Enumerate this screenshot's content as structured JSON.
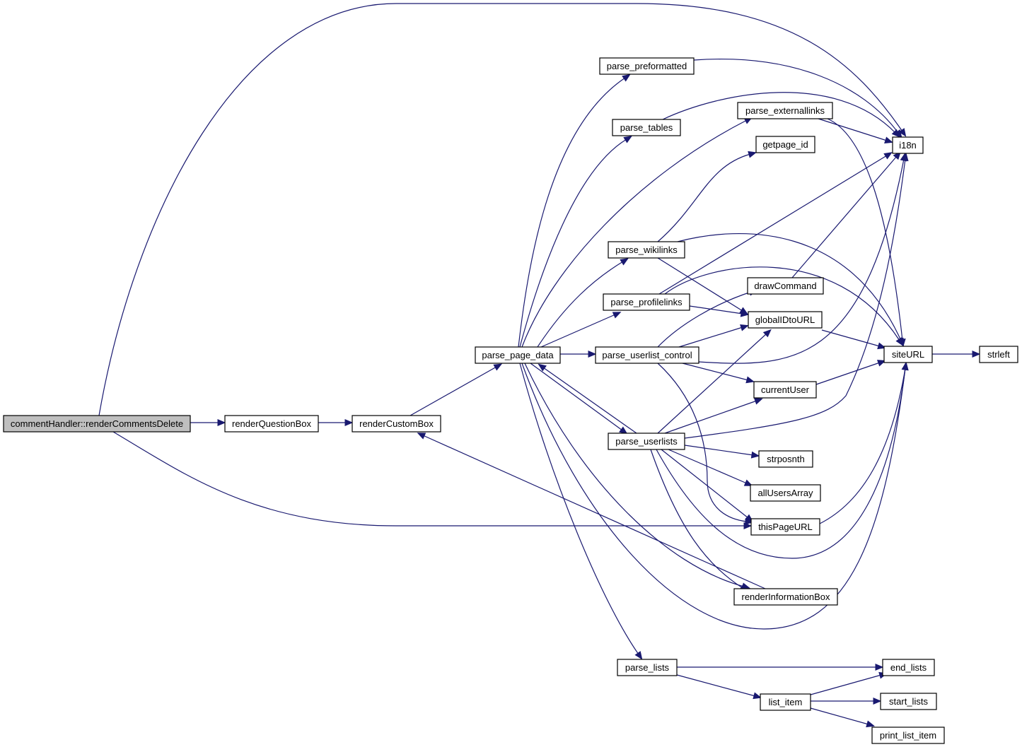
{
  "diagram": {
    "edge_color": "#191970",
    "root_fill": "#bfbfbf",
    "nodes": [
      {
        "id": "root",
        "label": "commentHandler::renderCommentsDelete",
        "root": true
      },
      {
        "id": "renderQuestionBox",
        "label": "renderQuestionBox"
      },
      {
        "id": "renderCustomBox",
        "label": "renderCustomBox"
      },
      {
        "id": "parse_page_data",
        "label": "parse_page_data"
      },
      {
        "id": "parse_preformatted",
        "label": "parse_preformatted"
      },
      {
        "id": "parse_tables",
        "label": "parse_tables"
      },
      {
        "id": "parse_externallinks",
        "label": "parse_externallinks"
      },
      {
        "id": "getpage_id",
        "label": "getpage_id"
      },
      {
        "id": "i18n",
        "label": "i18n"
      },
      {
        "id": "parse_wikilinks",
        "label": "parse_wikilinks"
      },
      {
        "id": "drawCommand",
        "label": "drawCommand"
      },
      {
        "id": "parse_profilelinks",
        "label": "parse_profilelinks"
      },
      {
        "id": "globalIDtoURL",
        "label": "globalIDtoURL"
      },
      {
        "id": "parse_userlist_control",
        "label": "parse_userlist_control"
      },
      {
        "id": "siteURL",
        "label": "siteURL"
      },
      {
        "id": "strleft",
        "label": "strleft"
      },
      {
        "id": "currentUser",
        "label": "currentUser"
      },
      {
        "id": "parse_userlists",
        "label": "parse_userlists"
      },
      {
        "id": "strposnth",
        "label": "strposnth"
      },
      {
        "id": "allUsersArray",
        "label": "allUsersArray"
      },
      {
        "id": "thisPageURL",
        "label": "thisPageURL"
      },
      {
        "id": "renderInformationBox",
        "label": "renderInformationBox"
      },
      {
        "id": "parse_lists",
        "label": "parse_lists"
      },
      {
        "id": "end_lists",
        "label": "end_lists"
      },
      {
        "id": "list_item",
        "label": "list_item"
      },
      {
        "id": "start_lists",
        "label": "start_lists"
      },
      {
        "id": "print_list_item",
        "label": "print_list_item"
      }
    ],
    "edges": [
      [
        "root",
        "renderQuestionBox"
      ],
      [
        "root",
        "i18n"
      ],
      [
        "root",
        "thisPageURL"
      ],
      [
        "renderQuestionBox",
        "renderCustomBox"
      ],
      [
        "renderCustomBox",
        "parse_page_data"
      ],
      [
        "parse_page_data",
        "parse_preformatted"
      ],
      [
        "parse_page_data",
        "parse_tables"
      ],
      [
        "parse_page_data",
        "parse_externallinks"
      ],
      [
        "parse_page_data",
        "parse_wikilinks"
      ],
      [
        "parse_page_data",
        "parse_profilelinks"
      ],
      [
        "parse_page_data",
        "parse_userlist_control"
      ],
      [
        "parse_page_data",
        "parse_userlists"
      ],
      [
        "parse_page_data",
        "renderInformationBox"
      ],
      [
        "parse_page_data",
        "parse_lists"
      ],
      [
        "parse_page_data",
        "siteURL"
      ],
      [
        "parse_preformatted",
        "i18n"
      ],
      [
        "parse_tables",
        "i18n"
      ],
      [
        "parse_externallinks",
        "i18n"
      ],
      [
        "parse_externallinks",
        "siteURL"
      ],
      [
        "parse_wikilinks",
        "getpage_id"
      ],
      [
        "parse_wikilinks",
        "globalIDtoURL"
      ],
      [
        "parse_wikilinks",
        "siteURL"
      ],
      [
        "parse_profilelinks",
        "i18n"
      ],
      [
        "parse_profilelinks",
        "globalIDtoURL"
      ],
      [
        "parse_profilelinks",
        "siteURL"
      ],
      [
        "parse_userlist_control",
        "drawCommand"
      ],
      [
        "parse_userlist_control",
        "globalIDtoURL"
      ],
      [
        "parse_userlist_control",
        "i18n"
      ],
      [
        "parse_userlist_control",
        "currentUser"
      ],
      [
        "parse_userlist_control",
        "thisPageURL"
      ],
      [
        "drawCommand",
        "i18n"
      ],
      [
        "globalIDtoURL",
        "siteURL"
      ],
      [
        "currentUser",
        "siteURL"
      ],
      [
        "siteURL",
        "strleft"
      ],
      [
        "parse_userlists",
        "parse_page_data"
      ],
      [
        "parse_userlists",
        "globalIDtoURL"
      ],
      [
        "parse_userlists",
        "currentUser"
      ],
      [
        "parse_userlists",
        "i18n"
      ],
      [
        "parse_userlists",
        "strposnth"
      ],
      [
        "parse_userlists",
        "allUsersArray"
      ],
      [
        "parse_userlists",
        "thisPageURL"
      ],
      [
        "parse_userlists",
        "renderInformationBox"
      ],
      [
        "parse_userlists",
        "siteURL"
      ],
      [
        "thisPageURL",
        "siteURL"
      ],
      [
        "renderInformationBox",
        "renderCustomBox"
      ],
      [
        "parse_lists",
        "end_lists"
      ],
      [
        "parse_lists",
        "list_item"
      ],
      [
        "list_item",
        "end_lists"
      ],
      [
        "list_item",
        "start_lists"
      ],
      [
        "list_item",
        "print_list_item"
      ]
    ]
  }
}
